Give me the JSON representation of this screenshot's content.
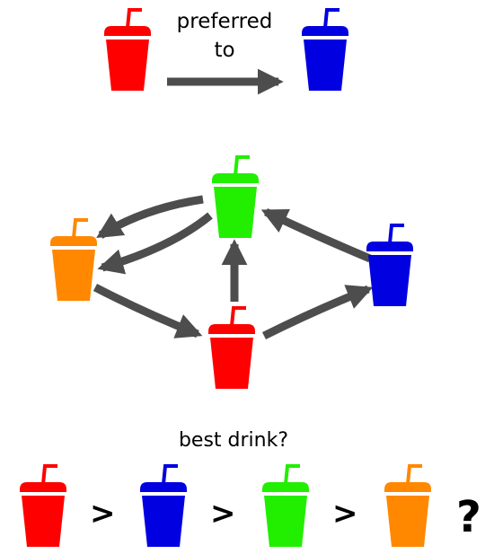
{
  "legend": {
    "label_line1": "preferred",
    "label_line2": "to",
    "from_color": "red",
    "to_color": "blue"
  },
  "graph": {
    "nodes": [
      {
        "id": "green",
        "color": "#22ee00"
      },
      {
        "id": "orange",
        "color": "#ff8800"
      },
      {
        "id": "blue",
        "color": "#0000e0"
      },
      {
        "id": "red",
        "color": "#ff0000"
      }
    ],
    "edges": [
      {
        "from": "green",
        "to": "orange"
      },
      {
        "from": "green",
        "to": "orange"
      },
      {
        "from": "orange",
        "to": "red"
      },
      {
        "from": "red",
        "to": "green"
      },
      {
        "from": "red",
        "to": "blue"
      },
      {
        "from": "blue",
        "to": "green"
      }
    ]
  },
  "question": {
    "label": "best drink?",
    "ranking": [
      "red",
      "blue",
      "green",
      "orange"
    ],
    "separator": ">",
    "end_mark": "?"
  },
  "colors": {
    "red": "#ff0000",
    "blue": "#0000e0",
    "green": "#22ee00",
    "orange": "#ff8800",
    "arrow": "#4d4d4d"
  }
}
